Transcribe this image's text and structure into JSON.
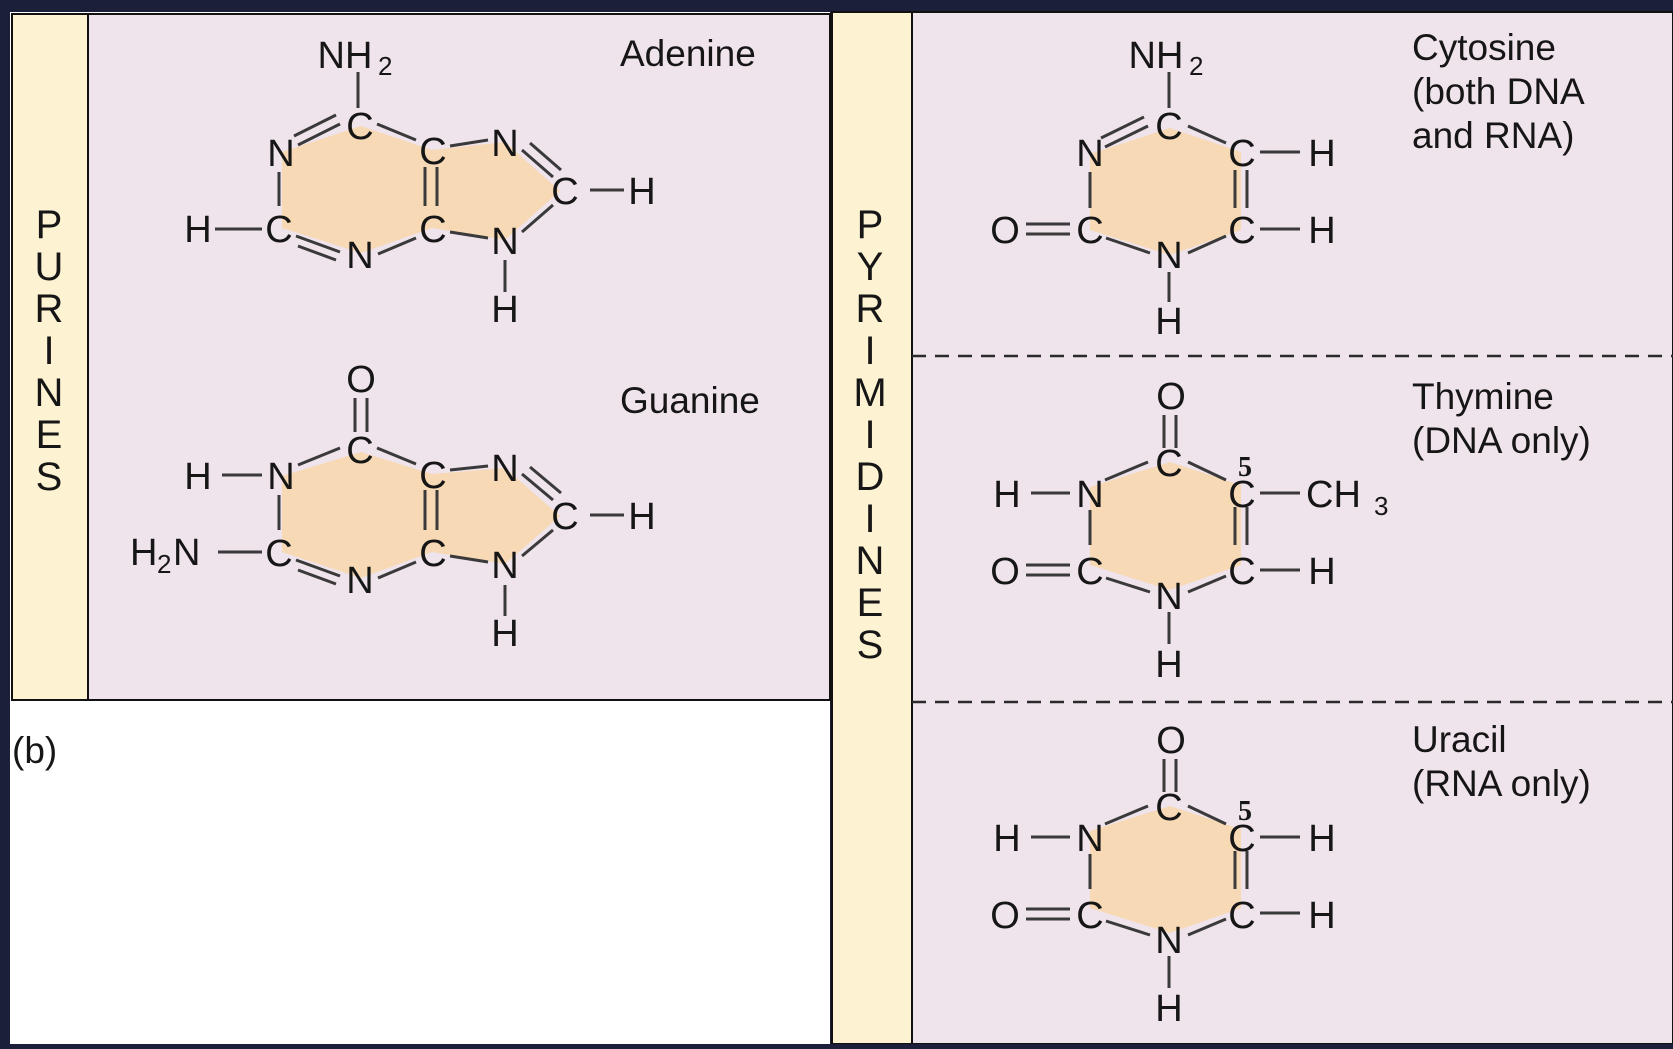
{
  "colors": {
    "frame": "#1b1f3a",
    "panel": "#efe3ec",
    "band": "#fdf3d3",
    "ring": "#f7d9b6",
    "ink": "#161616",
    "divider": "#2a2a2a"
  },
  "panel_label": "(b)",
  "groups": {
    "purines": {
      "letters": [
        "P",
        "U",
        "R",
        "I",
        "N",
        "E",
        "S"
      ]
    },
    "pyrimidines": {
      "letters": [
        "P",
        "Y",
        "R",
        "I",
        "M",
        "I",
        "D",
        "I",
        "N",
        "E",
        "S"
      ]
    }
  },
  "molecules": {
    "adenine": {
      "name_lines": [
        "Adenine"
      ]
    },
    "guanine": {
      "name_lines": [
        "Guanine"
      ]
    },
    "cytosine": {
      "name_lines": [
        "Cytosine",
        "(both DNA",
        "and RNA)"
      ]
    },
    "thymine": {
      "name_lines": [
        "Thymine",
        "(DNA only)"
      ],
      "position_label": "5"
    },
    "uracil": {
      "name_lines": [
        "Uracil",
        "(RNA only)"
      ],
      "position_label": "5"
    }
  },
  "atom_symbols": {
    "N": "N",
    "C": "C",
    "H": "H",
    "O": "O",
    "NH2_main": "NH",
    "NH2_sub": "2",
    "H2N_left": "H",
    "H2N_sub": "2",
    "H2N_right": "N",
    "CH3_main": "CH",
    "CH3_sub": "3"
  }
}
